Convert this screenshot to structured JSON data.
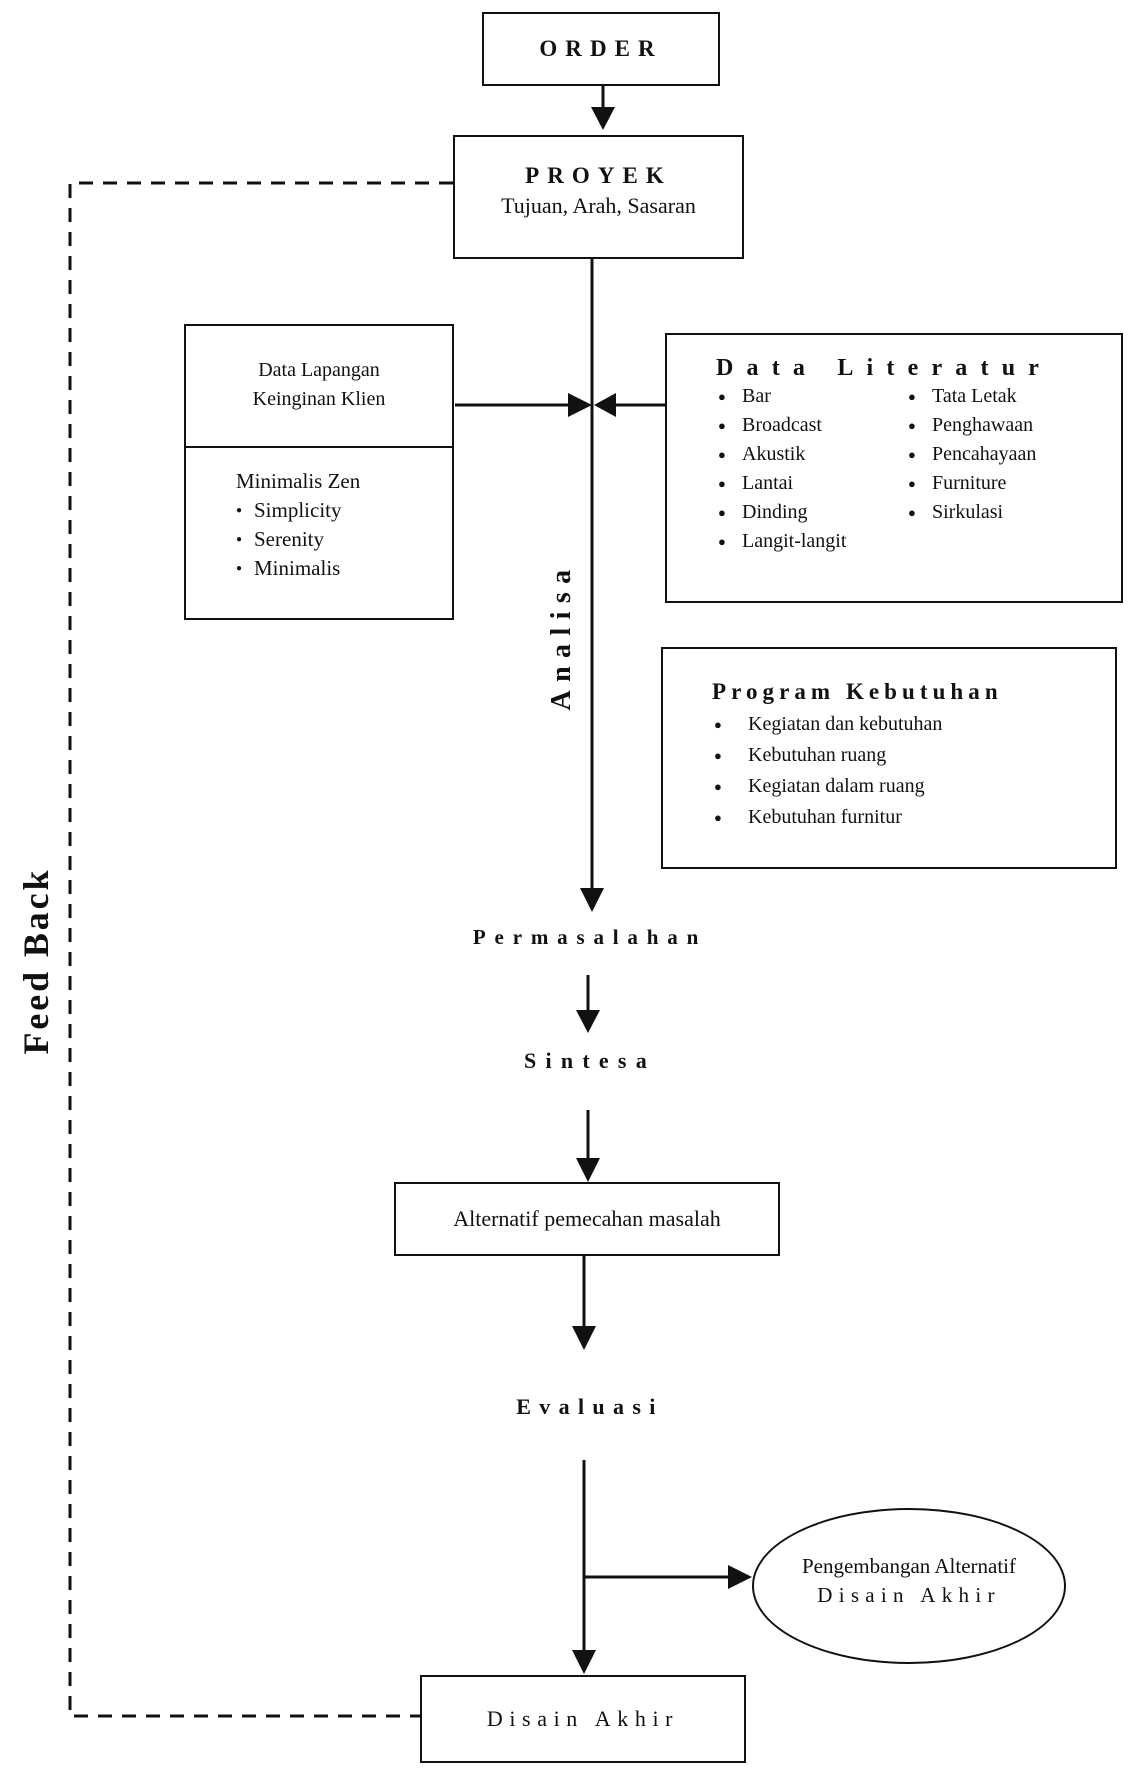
{
  "order": {
    "label": "ORDER"
  },
  "proyek": {
    "title": "PROYEK",
    "subtitle": "Tujuan, Arah, Sasaran"
  },
  "data_lapangan": {
    "line1": "Data Lapangan",
    "line2": "Keinginan Klien"
  },
  "minimalis": {
    "title": "Minimalis Zen",
    "items": [
      "Simplicity",
      "Serenity",
      "Minimalis"
    ]
  },
  "data_literatur": {
    "title": "Data Literatur",
    "col1": [
      "Bar",
      "Broadcast",
      "Akustik",
      "Lantai",
      "Dinding",
      "Langit-langit"
    ],
    "col2": [
      "Tata Letak",
      "Penghawaan",
      "Pencahayaan",
      "Furniture",
      "Sirkulasi"
    ]
  },
  "program_kebutuhan": {
    "title": "Program Kebutuhan",
    "items": [
      "Kegiatan dan kebutuhan",
      "Kebutuhan ruang",
      "Kegiatan dalam ruang",
      "Kebutuhan furnitur"
    ]
  },
  "analisa": {
    "label": "Analisa"
  },
  "permasalahan": {
    "label": "Permasalahan"
  },
  "sintesa": {
    "label": "Sintesa"
  },
  "alternatif": {
    "label": "Alternatif pemecahan masalah"
  },
  "evaluasi": {
    "label": "Evaluasi"
  },
  "pengembangan": {
    "line1": "Pengembangan Alternatif",
    "line2": "Disain Akhir"
  },
  "disain_akhir": {
    "label": "Disain Akhir"
  },
  "feedback": {
    "label": "Feed Back"
  }
}
